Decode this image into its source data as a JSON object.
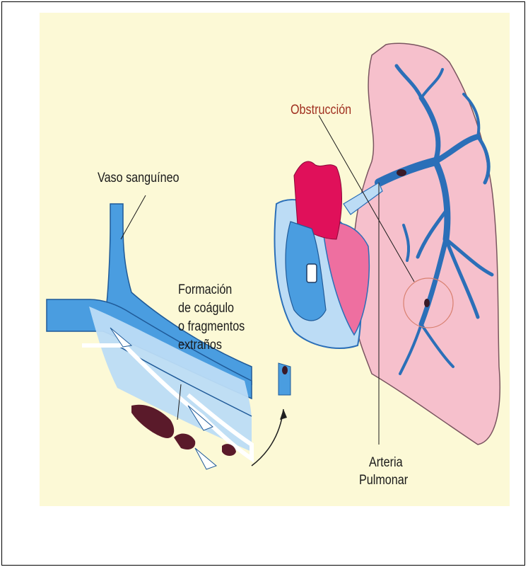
{
  "labels": {
    "vessel": "Vaso sanguíneo",
    "clot_line1": "Formación",
    "clot_line2": "de coágulo",
    "clot_line3": "o fragmentos",
    "clot_line4": "extraños",
    "obstruction": "Obstrucción",
    "artery_line1": "Arteria",
    "artery_line2": "Pulmonar"
  },
  "colors": {
    "panel_background": "#fcf9d6",
    "vessel_blue": "#4a9de0",
    "vessel_light": "#bcdcf5",
    "heart_magenta": "#e0105a",
    "heart_pink": "#ee6fa0",
    "lung_pink": "#f6c0cc",
    "clot_dark": "#5a1a2a",
    "obstruction_text": "#a03020"
  }
}
